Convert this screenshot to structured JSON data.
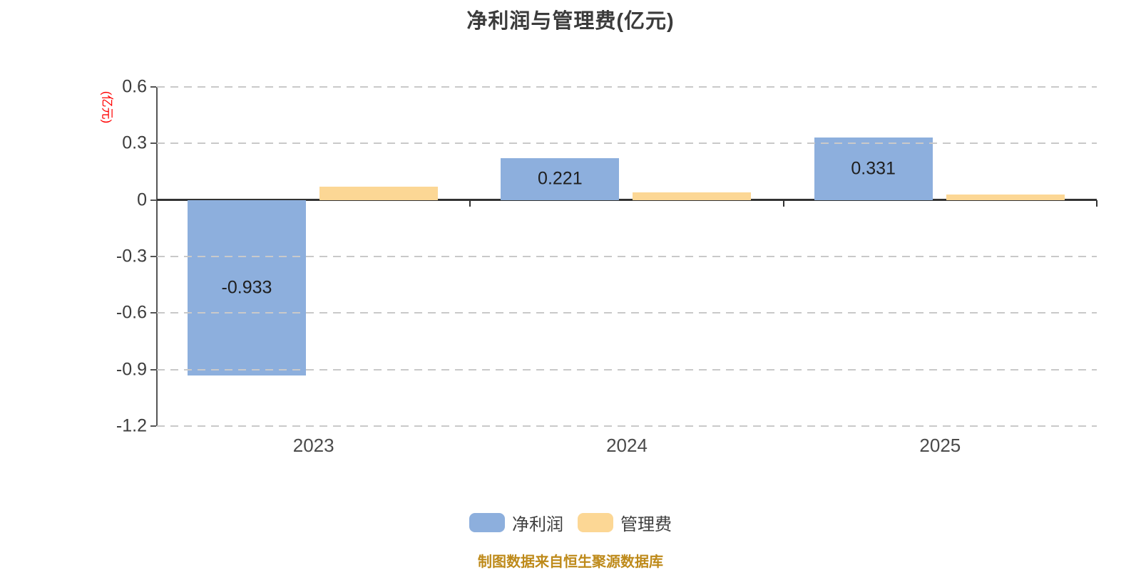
{
  "title": "净利润与管理费(亿元)",
  "y_axis_label": "(亿元)",
  "footer": {
    "source_note": "制图数据来自恒生聚源数据库"
  },
  "chart_data": {
    "type": "bar",
    "title": "净利润与管理费(亿元)",
    "ylabel": "(亿元)",
    "xlabel": "",
    "categories": [
      "2023",
      "2024",
      "2025"
    ],
    "series": [
      {
        "name": "净利润",
        "color": "#8dafdd",
        "values": [
          -0.933,
          0.221,
          0.331
        ],
        "value_labels": [
          "-0.933",
          "0.221",
          "0.331"
        ],
        "show_value_labels": true
      },
      {
        "name": "管理费",
        "color": "#fcd795",
        "values": [
          0.07,
          0.04,
          0.03
        ],
        "value_labels": [
          "",
          "",
          ""
        ],
        "show_value_labels": false
      }
    ],
    "ylim": [
      -1.2,
      0.6
    ],
    "yticks": [
      0.6,
      0.3,
      0,
      -0.3,
      -0.6,
      -0.9,
      -1.2
    ],
    "grid": "horizontal-dashed",
    "gridline_color": "#c9c9c9",
    "zero_line_color": "#333333",
    "axis_color": "#555555",
    "legend_position": "bottom"
  },
  "colors": {
    "net_profit_bar": "#8dafdd",
    "mgmt_fee_bar": "#fcd795",
    "title_text": "#3b3b3b",
    "tick_text": "#3d3d3d",
    "category_text": "#4a4a4a",
    "value_label_text": "#1f1f1f",
    "y_axis_label_text": "#ff0000",
    "footer_text": "#be8a1a"
  }
}
